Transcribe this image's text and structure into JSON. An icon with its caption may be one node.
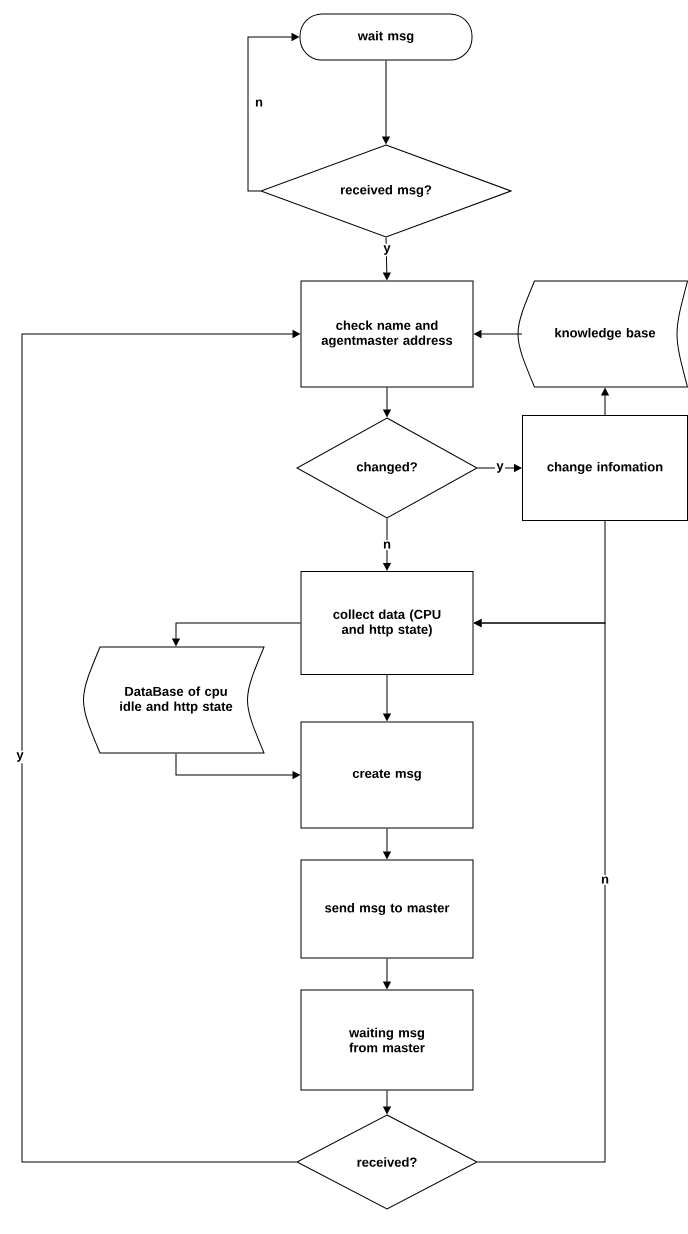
{
  "diagram": {
    "nodes": [
      {
        "text": [
          "wait msg"
        ]
      },
      {
        "text": [
          "received msg?"
        ]
      },
      {
        "text": [
          "check name and agentmaster address"
        ]
      },
      {
        "text": [
          "knowledge base"
        ]
      },
      {
        "text": [
          "changed?"
        ]
      },
      {
        "text": [
          "change infomation"
        ]
      },
      {
        "text": [
          "collect data (CPU and http state)"
        ]
      },
      {
        "text": [
          "DataBase of cpu idle and http state"
        ]
      },
      {
        "text": [
          "create msg"
        ]
      },
      {
        "text": [
          "send msg to master"
        ]
      },
      {
        "text": [
          "waiting msg from master"
        ]
      },
      {
        "text": [
          "received?"
        ]
      }
    ],
    "edges": [
      {
        "from": 0,
        "to": 1,
        "arrow": "to"
      },
      {
        "from": 1,
        "to": 0,
        "arrow": "to",
        "label": "n"
      },
      {
        "from": 1,
        "to": 2,
        "arrow": "to",
        "label": "y"
      },
      {
        "from": 3,
        "to": 2,
        "arrow": "to"
      },
      {
        "from": 2,
        "to": 4,
        "arrow": "to"
      },
      {
        "from": 4,
        "to": 5,
        "arrow": "to",
        "label": "y"
      },
      {
        "from": 5,
        "to": 3,
        "arrow": "to"
      },
      {
        "from": 4,
        "to": 6,
        "arrow": "to",
        "label": "n"
      },
      {
        "from": 5,
        "to": 6,
        "arrow": "to"
      },
      {
        "from": 11,
        "to": 6,
        "arrow": "to",
        "label": "n"
      },
      {
        "from": 6,
        "to": 7,
        "arrow": "to"
      },
      {
        "from": 7,
        "to": 8,
        "arrow": "to"
      },
      {
        "from": 6,
        "to": 8,
        "arrow": "to"
      },
      {
        "from": 8,
        "to": 9,
        "arrow": "to"
      },
      {
        "from": 9,
        "to": 10,
        "arrow": "to"
      },
      {
        "from": 10,
        "to": 11,
        "arrow": "to"
      },
      {
        "from": 11,
        "to": 2,
        "arrow": "to",
        "label": "y"
      }
    ]
  }
}
